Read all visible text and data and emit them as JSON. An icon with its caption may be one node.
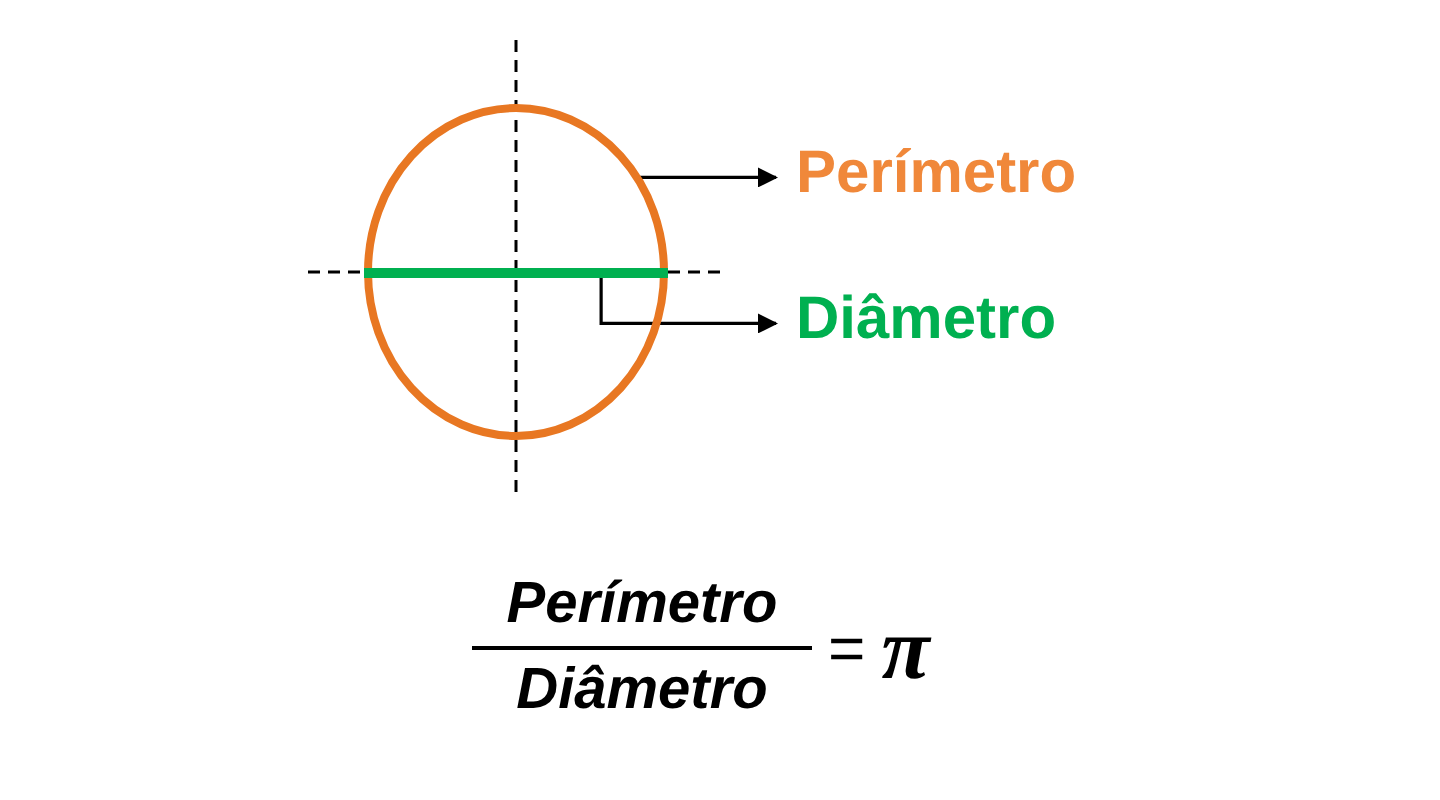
{
  "diagram": {
    "nodes": [
      {
        "text": [],
        "shape": "circle"
      },
      {
        "text": [],
        "shape": "line",
        "in": 0
      },
      {
        "text": [
          "Perímetro"
        ]
      },
      {
        "text": [
          "Diâmetro"
        ]
      }
    ],
    "edges": [
      {
        "from": 0,
        "to": 2,
        "arrow": "to"
      },
      {
        "from": 1,
        "to": 3,
        "arrow": "to"
      }
    ],
    "labels": [
      "Perímetro",
      "Diâmetro",
      "=",
      "π"
    ]
  }
}
